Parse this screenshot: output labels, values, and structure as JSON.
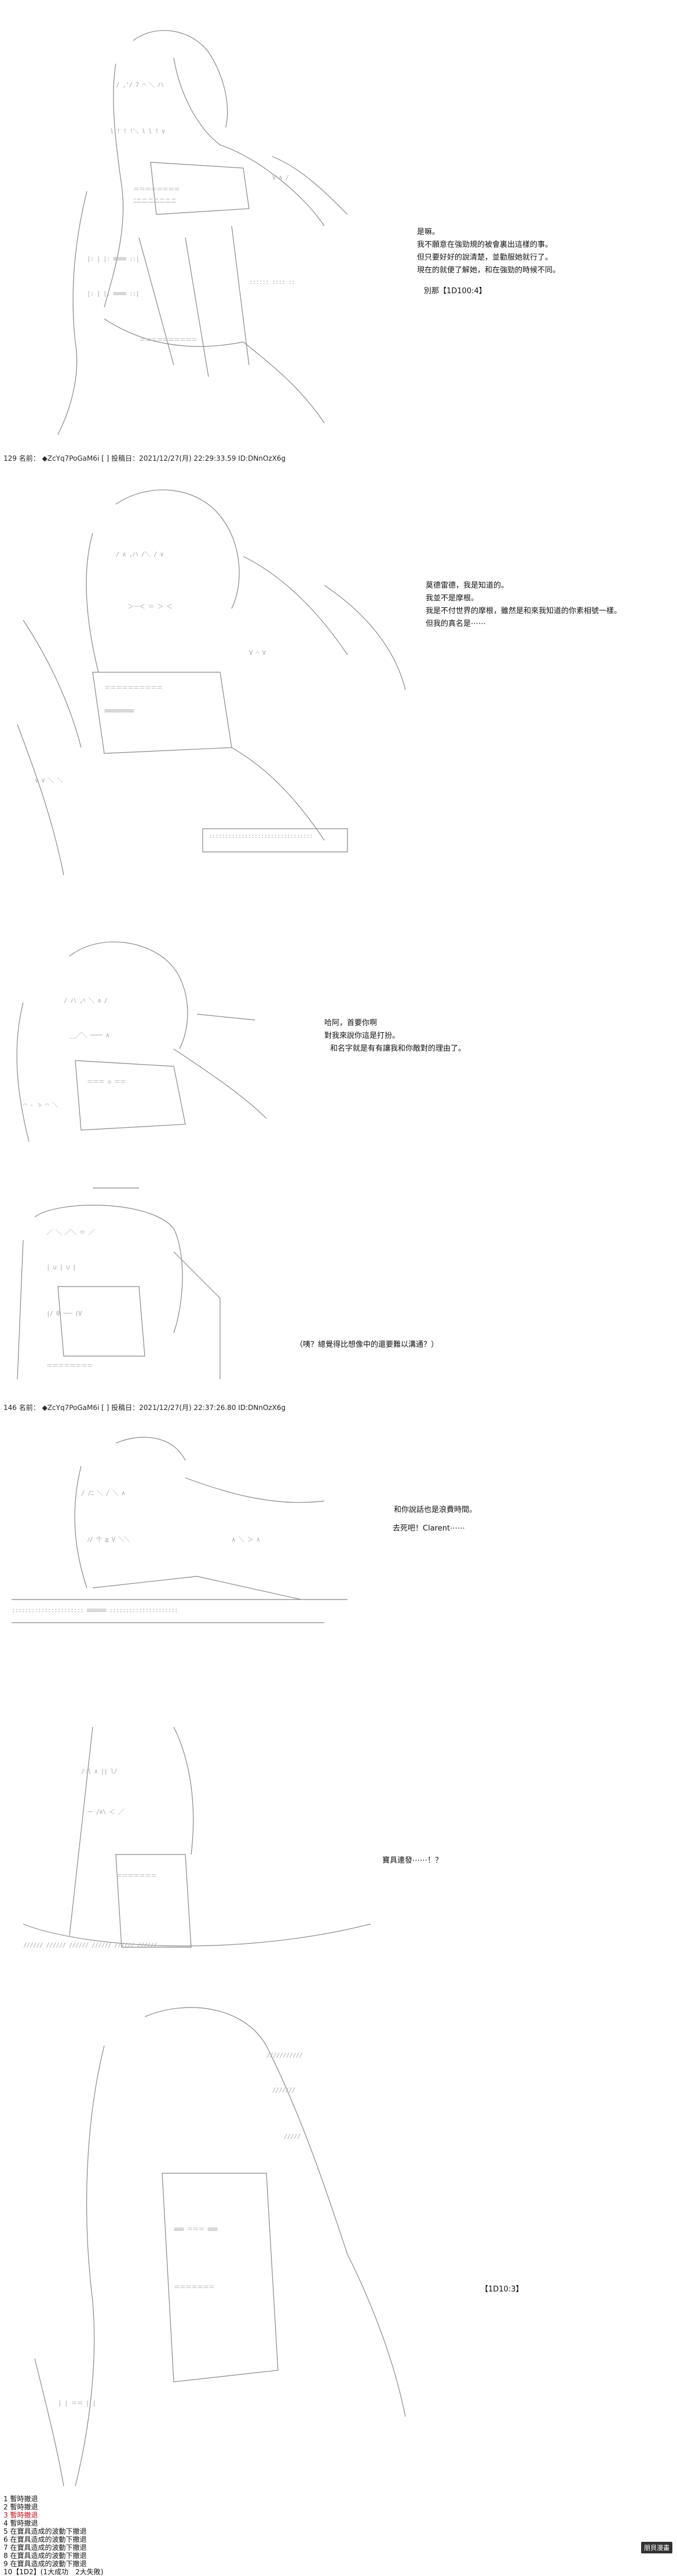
{
  "panels": [
    {
      "id": "panel1",
      "lines": [
        "是嘛。",
        "我不願意在強勁規的被會裏出這樣的事。",
        "但只要好好的說清楚，並勸服她就行了。",
        "現在的就便了解她，和在強勁的時候不同。"
      ],
      "tag": "別那【1D100:4】"
    },
    {
      "id": "panel2",
      "header": {
        "num": "129",
        "label": "名前：",
        "trip": "◆ZcYq7PoGaM6i",
        "date": "[ ] 投稿日：2021/12/27(月) 22:29:33.59 ID:DNnOzX6g"
      },
      "lines": [
        "莫德雷德，我是知道的。",
        "我並不是摩根。",
        "我是不付世界的摩根，雖然是和來我知道的你素相號一樣。",
        "但我的真名是⋯⋯"
      ]
    },
    {
      "id": "panel3",
      "lines": [
        "哈阿，首要你啊",
        "對我來說你這是打扮。",
        "和名字就是有有讓我和你敵對的理由了。"
      ]
    },
    {
      "id": "panel4",
      "lines": [
        "（咦？總覺得比想像中的還要難以溝通？）"
      ]
    },
    {
      "id": "panel5",
      "header": {
        "num": "146",
        "label": "名前：",
        "trip": "◆ZcYq7PoGaM6i",
        "date": "[ ] 投稿日：2021/12/27(月) 22:37:26.80 ID:DNnOzX6g"
      },
      "lines": [
        "和你說話也是浪費時間。",
        "去死吧！Clarent⋯⋯"
      ]
    },
    {
      "id": "panel6",
      "lines": [
        "寶具連發⋯⋯！？"
      ]
    },
    {
      "id": "panel7",
      "tag": "【1D10:3】"
    }
  ],
  "votes": [
    {
      "text": "1 暫時撤退",
      "color": "#111111"
    },
    {
      "text": "2 暫時撤退",
      "color": "#111111"
    },
    {
      "text": "3 暫時撤退",
      "color": "#c0121a"
    },
    {
      "text": "4 暫時撤退",
      "color": "#111111"
    },
    {
      "text": "5 在寶具造成的波動下撤退",
      "color": "#111111"
    },
    {
      "text": "6 在寶具造成的波動下撤退",
      "color": "#111111"
    },
    {
      "text": "7 在寶具造成的波動下撤退",
      "color": "#111111"
    },
    {
      "text": "8 在寶具造成的波動下撤退",
      "color": "#111111"
    },
    {
      "text": "9 在寶具造成的波動下撤退",
      "color": "#111111"
    },
    {
      "text": "10【1D2】(1大成功　2大失敗)",
      "color": "#111111"
    }
  ],
  "watermark": "朋貝漫畫"
}
